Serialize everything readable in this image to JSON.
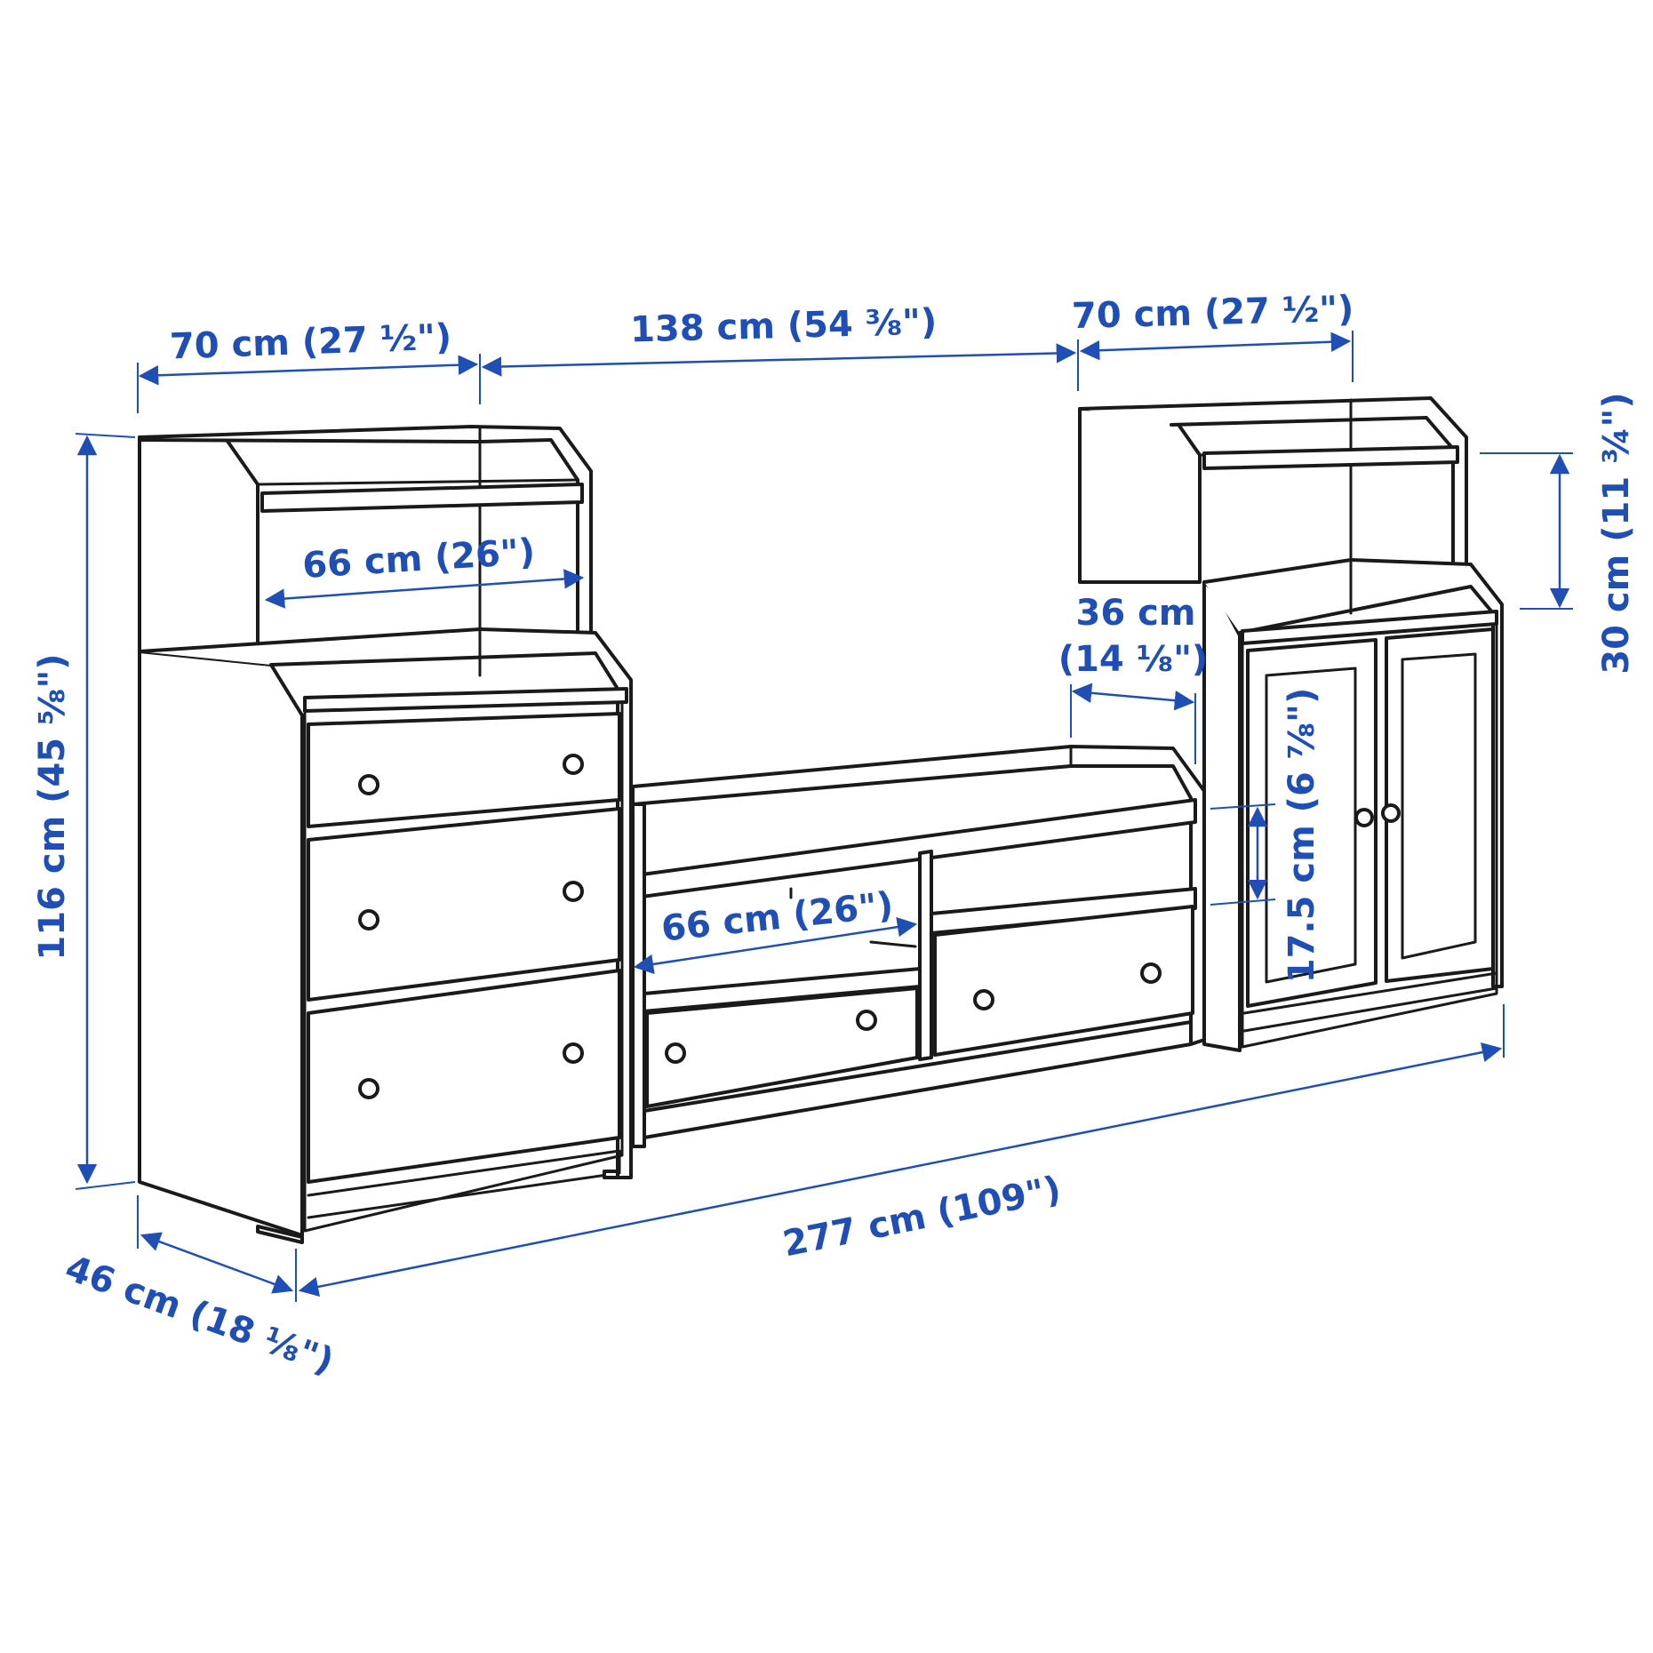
{
  "accent_color": "#1f4fb4",
  "line_color": "#1a1a1a",
  "dimensions": {
    "left_unit_width": "70 cm (27 ½\")",
    "middle_width": "138 cm (54 ⅜\")",
    "right_unit_width": "70 cm (27 ½\")",
    "left_shelf_inner_width": "66 cm (26\")",
    "tv_bench_inner_width": "66 cm (26\")",
    "right_upper_depth": "36 cm",
    "right_upper_depth_in": "(14 ⅛\")",
    "right_upper_height": "30 cm (11 ¾\")",
    "shelf_gap_height": "17.5 cm (6 ⅞\")",
    "total_height": "116 cm (45 ⅝\")",
    "total_width": "277 cm (109\")",
    "depth": "46 cm (18 ⅛\")"
  }
}
